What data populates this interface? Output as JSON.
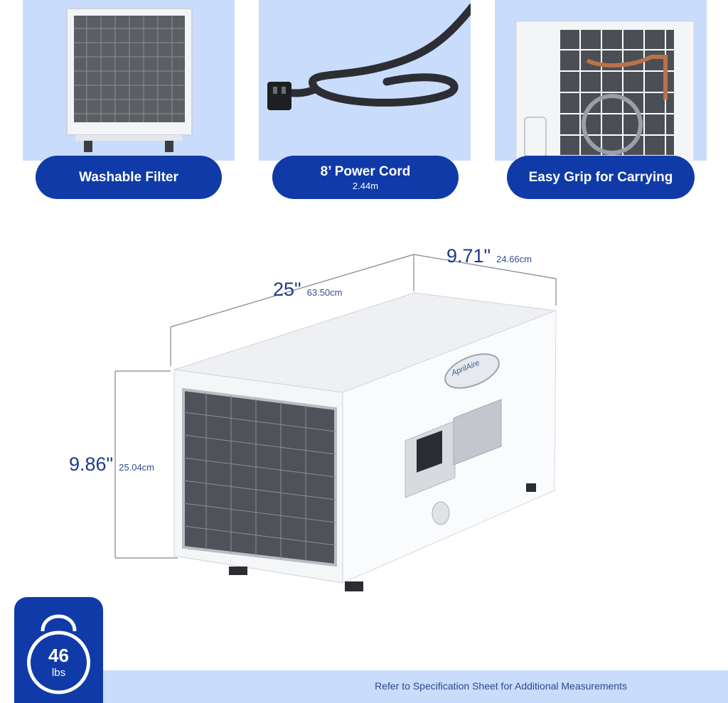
{
  "features": [
    {
      "label": "Washable Filter",
      "sub": ""
    },
    {
      "label": "8’ Power Cord",
      "sub": "2.44m"
    },
    {
      "label": "Easy Grip for Carrying",
      "sub": ""
    }
  ],
  "dimensions": {
    "length": {
      "value": "25\"",
      "metric": "63.50cm"
    },
    "depth": {
      "value": "9.71\"",
      "metric": "24.66cm"
    },
    "height": {
      "value": "9.86\"",
      "metric": "25.04cm"
    }
  },
  "weight": {
    "value": "46",
    "unit": "lbs"
  },
  "footer": {
    "text": "Refer to Specification Sheet for Additional Measurements"
  },
  "brand": {
    "logo_text": "AprilAire"
  },
  "colors": {
    "accent": "#0f3aa8",
    "panel": "#c9dcfb",
    "text": "#1e3a8a"
  }
}
